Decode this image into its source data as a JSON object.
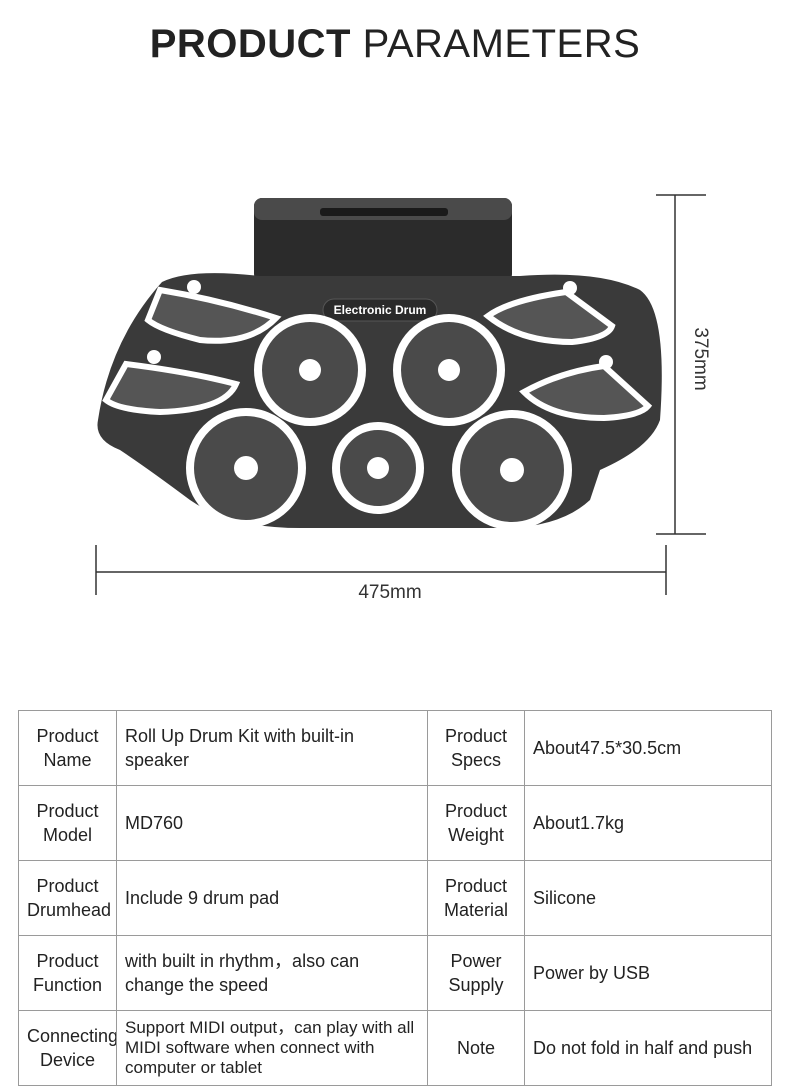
{
  "title": {
    "bold": "PRODUCT",
    "light": "PARAMETERS"
  },
  "product_label": "Electronic Drum",
  "dimensions": {
    "width": "475mm",
    "height": "375mm"
  },
  "params": [
    {
      "k1": "Product Name",
      "v1": "Roll Up Drum Kit with built-in speaker",
      "k2": "Product Specs",
      "v2": "About47.5*30.5cm"
    },
    {
      "k1": "Product Model",
      "v1": "MD760",
      "k2": "Product Weight",
      "v2": "About1.7kg"
    },
    {
      "k1": "Product Drumhead",
      "v1": "Include 9 drum pad",
      "k2": "Product Material",
      "v2": "Silicone"
    },
    {
      "k1": "Product Function",
      "v1": "with built in rhythm，also can change the speed",
      "k2": "Power Supply",
      "v2": "Power by USB"
    },
    {
      "k1": "Connecting Device",
      "v1": "Support MIDI output，can play with all MIDI software when connect with computer or tablet",
      "k2": "Note",
      "v2": "Do not fold in half and push"
    }
  ]
}
